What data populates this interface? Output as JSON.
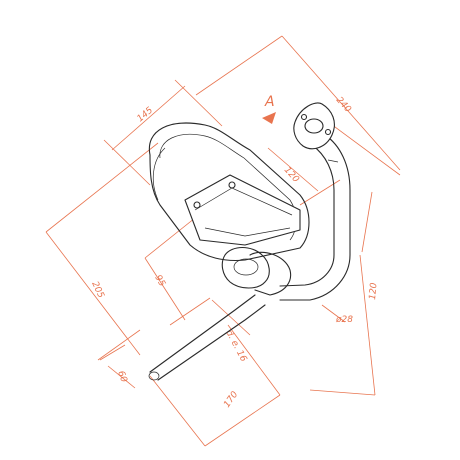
{
  "colors": {
    "dimension": "#e8744f",
    "outline": "#2a2a2a",
    "background": "#ffffff"
  },
  "view_label": "A",
  "dimensions": {
    "d145": "145",
    "d240": "240",
    "d120_top": "120",
    "d205": "205",
    "d95": "95",
    "d60": "60",
    "d170": "170",
    "d120_right": "120",
    "d28": "ø28",
    "d16": "d. e. 16"
  }
}
